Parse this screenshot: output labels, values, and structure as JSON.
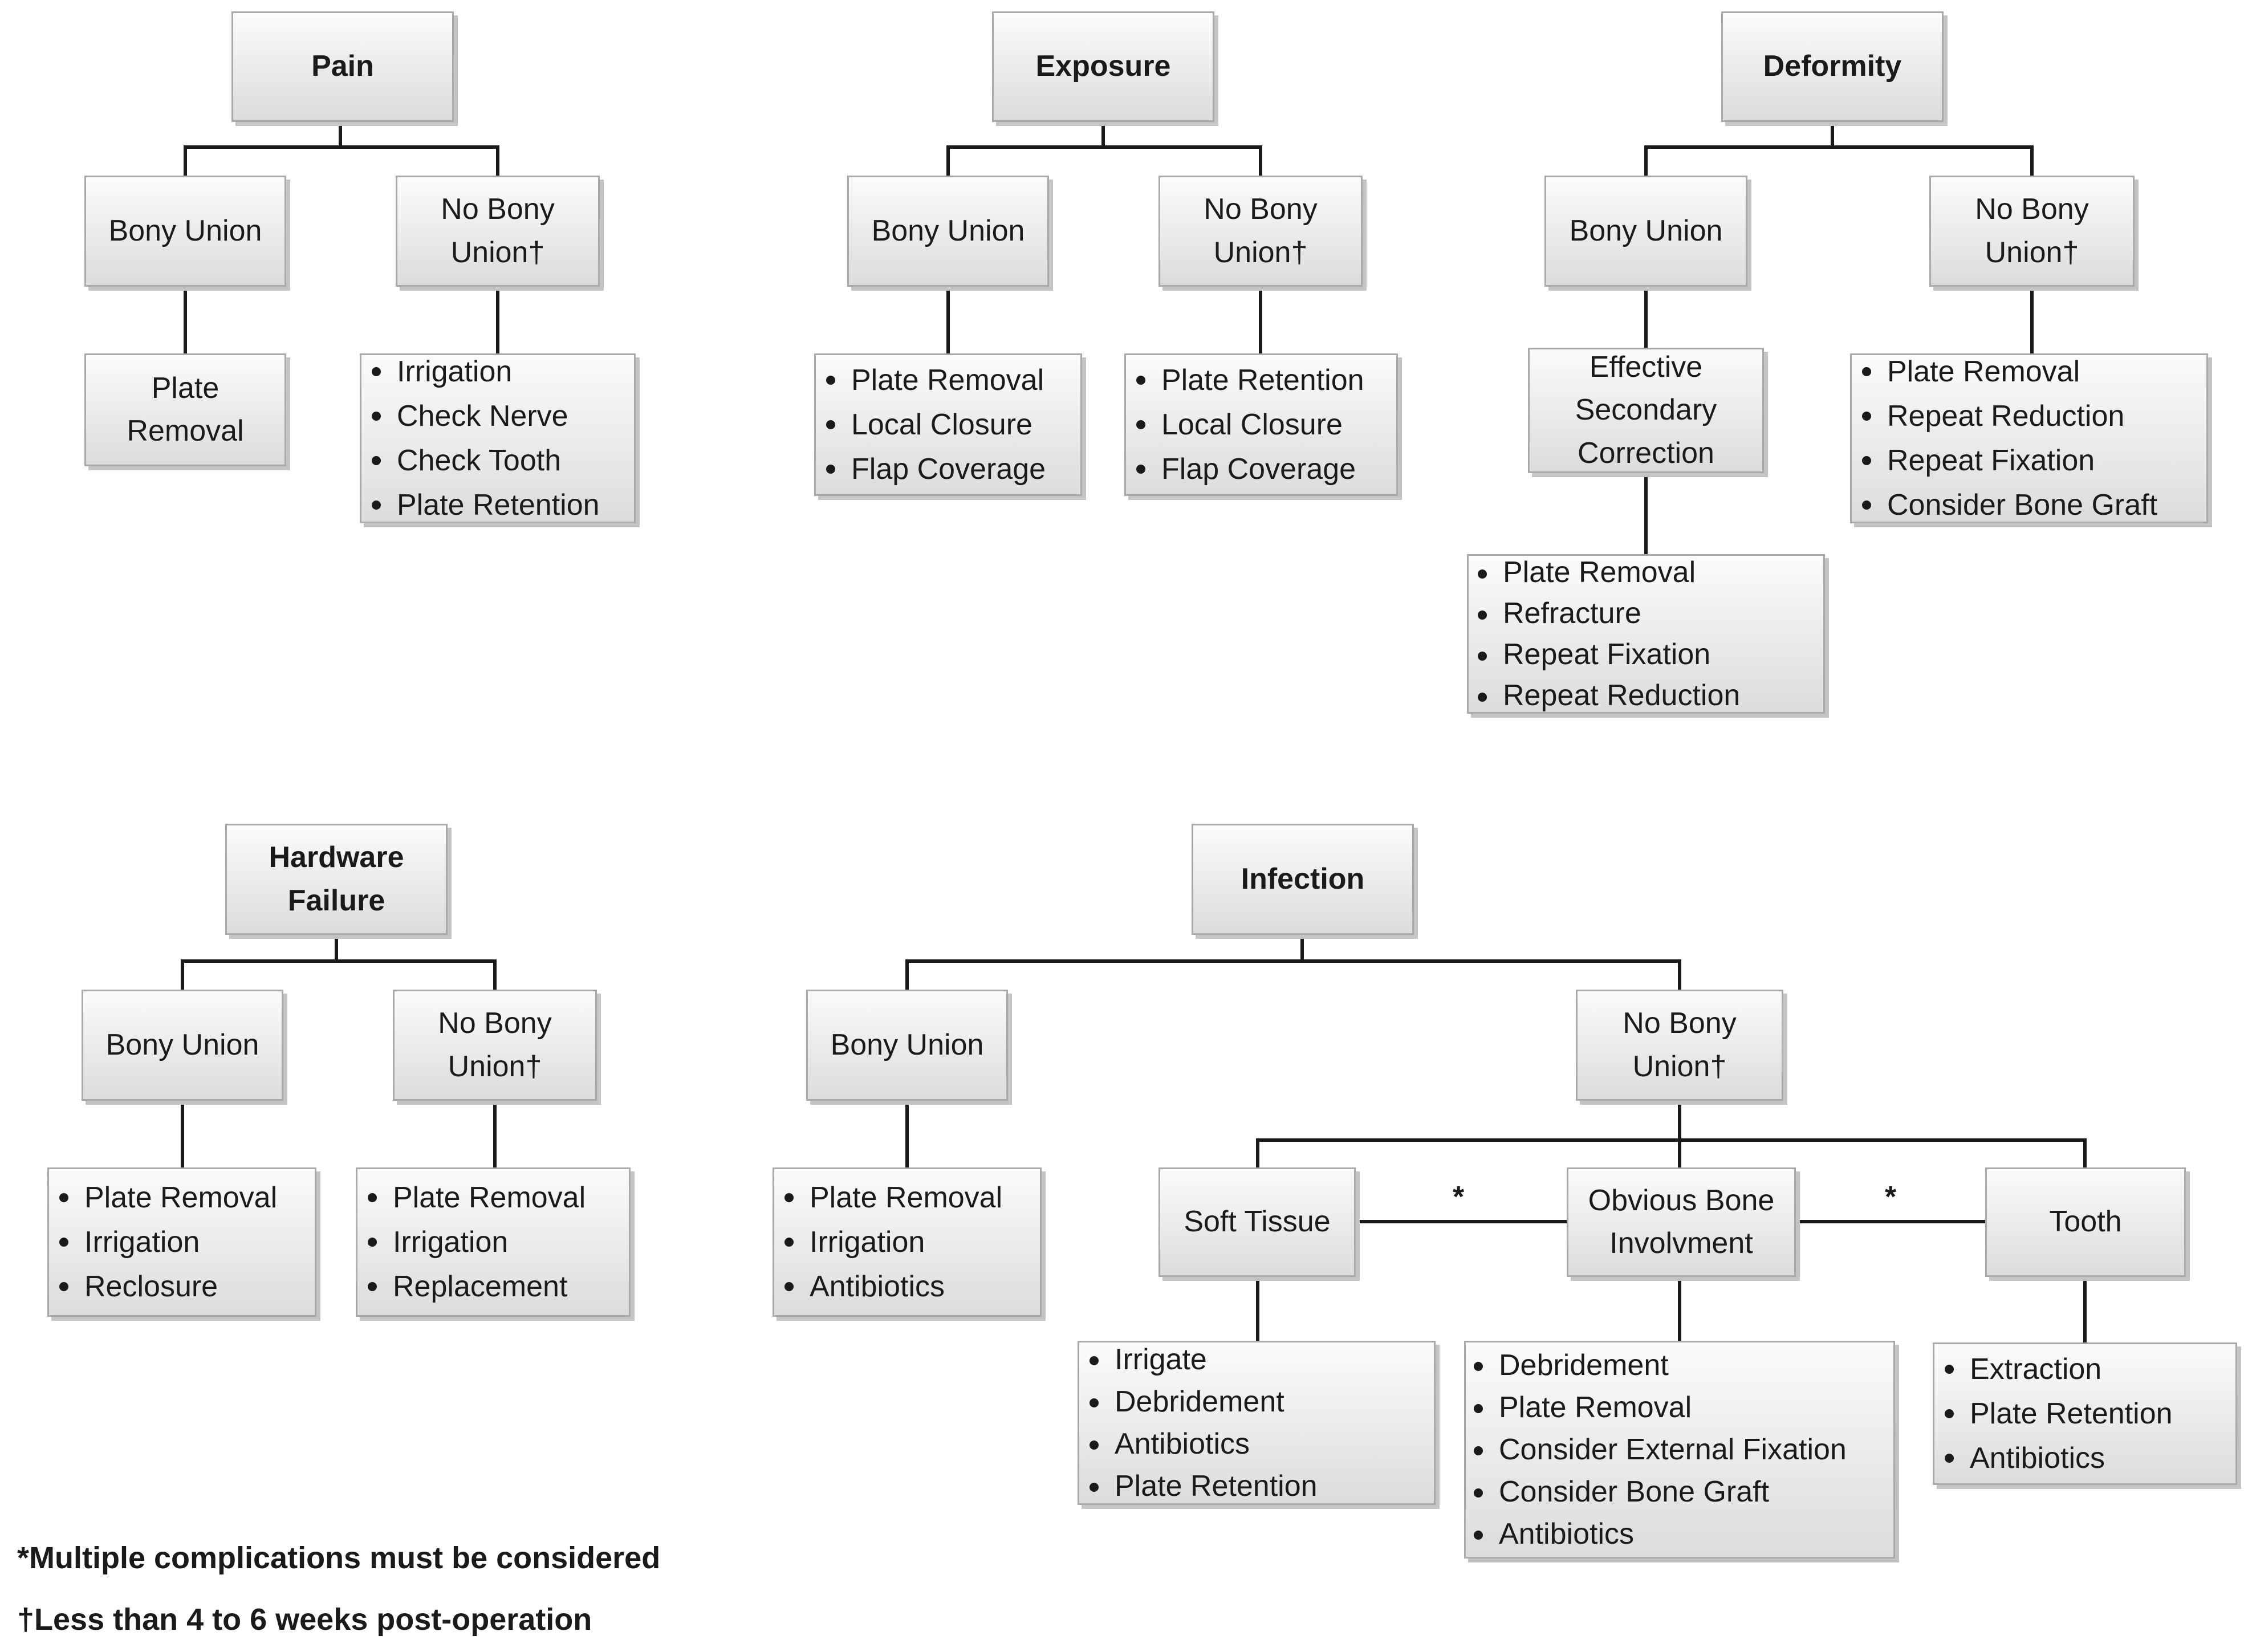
{
  "pain": {
    "title": "Pain",
    "bony": "Bony Union",
    "nobony": "No Bony\nUnion†",
    "bony_action": "Plate\nRemoval",
    "nobony_items": [
      "Irrigation",
      "Check Nerve",
      "Check Tooth",
      "Plate Retention"
    ]
  },
  "exposure": {
    "title": "Exposure",
    "bony": "Bony Union",
    "nobony": "No Bony\nUnion†",
    "bony_items": [
      "Plate Removal",
      "Local Closure",
      "Flap Coverage"
    ],
    "nobony_items": [
      "Plate Retention",
      "Local Closure",
      "Flap Coverage"
    ]
  },
  "deformity": {
    "title": "Deformity",
    "bony": "Bony Union",
    "nobony": "No Bony\nUnion†",
    "secondary": "Effective\nSecondary\nCorrection",
    "secondary_items": [
      "Plate Removal",
      "Refracture",
      "Repeat Fixation",
      "Repeat Reduction"
    ],
    "nobony_items": [
      "Plate Removal",
      "Repeat Reduction",
      "Repeat Fixation",
      "Consider Bone Graft"
    ]
  },
  "hardware": {
    "title": "Hardware\nFailure",
    "bony": "Bony Union",
    "nobony": "No Bony\nUnion†",
    "bony_items": [
      "Plate Removal",
      "Irrigation",
      "Reclosure"
    ],
    "nobony_items": [
      "Plate Removal",
      "Irrigation",
      "Replacement"
    ]
  },
  "infection": {
    "title": "Infection",
    "bony": "Bony Union",
    "nobony": "No Bony\nUnion†",
    "bony_items": [
      "Plate Removal",
      "Irrigation",
      "Antibiotics"
    ],
    "soft_tissue": "Soft Tissue",
    "bone": "Obvious Bone\nInvolvment",
    "tooth": "Tooth",
    "star": "*",
    "soft_items": [
      "Irrigate",
      "Debridement",
      "Antibiotics",
      "Plate Retention"
    ],
    "bone_items": [
      "Debridement",
      "Plate Removal",
      "Consider External Fixation",
      "Consider Bone Graft",
      "Antibiotics"
    ],
    "tooth_items": [
      "Extraction",
      "Plate Retention",
      "Antibiotics"
    ]
  },
  "footnotes": {
    "multiple": "*Multiple complications must be considered",
    "weeks": "†Less than 4 to 6 weeks post-operation"
  }
}
